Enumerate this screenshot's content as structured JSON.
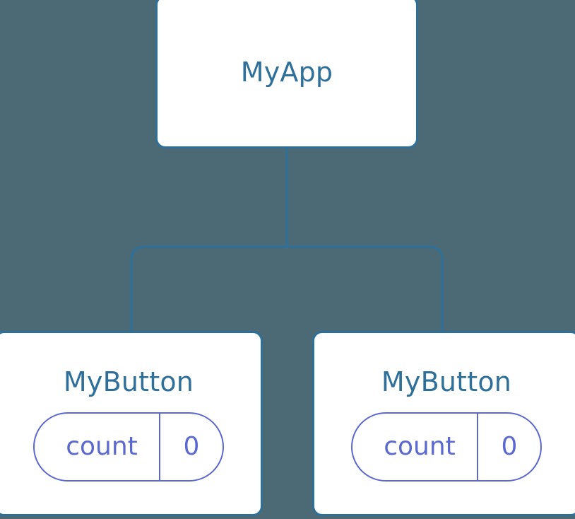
{
  "diagram": {
    "type": "component-tree",
    "background_color": "#4c6a76",
    "node_border_color": "#2e7099",
    "node_fill_color": "#ffffff",
    "node_label_color": "#2e7099",
    "edge_color": "#2e7099",
    "state_accent_color": "#5a68cf",
    "root": {
      "label": "MyApp"
    },
    "children": [
      {
        "label": "MyButton",
        "state": {
          "key": "count",
          "value": "0"
        }
      },
      {
        "label": "MyButton",
        "state": {
          "key": "count",
          "value": "0"
        }
      }
    ]
  }
}
